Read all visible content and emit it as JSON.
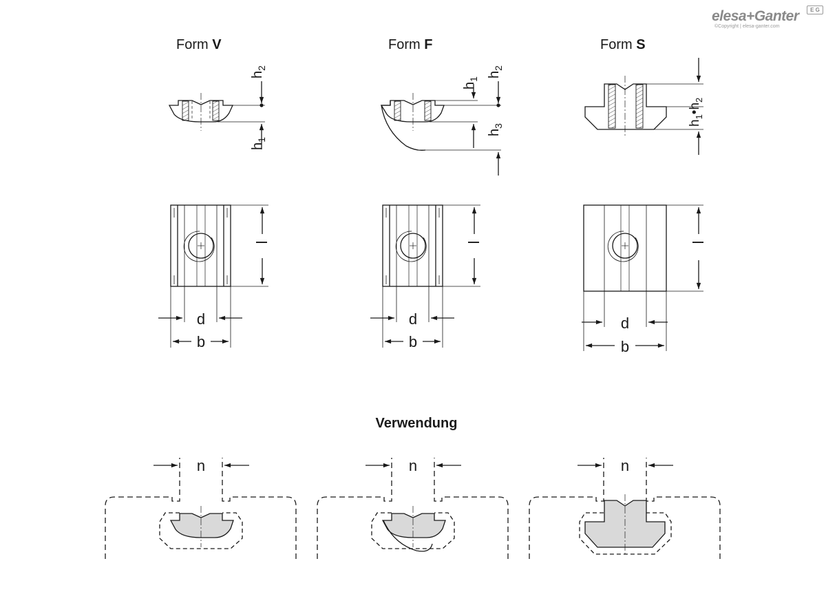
{
  "logo": {
    "brand": "elesa+Ganter",
    "copyright": "©Copyright | elesa-ganter.com",
    "badge": "E G"
  },
  "forms": [
    {
      "prefix": "Form ",
      "letter": "V"
    },
    {
      "prefix": "Form ",
      "letter": "F"
    },
    {
      "prefix": "Form ",
      "letter": "S"
    }
  ],
  "dims": {
    "h1": "h",
    "h1_sub": "1",
    "h2": "h",
    "h2_sub": "2",
    "h3": "h",
    "h3_sub": "3",
    "l": "l",
    "d": "d",
    "b": "b",
    "n": "n",
    "h1h2_sep": "•"
  },
  "usage_title": "Verwendung",
  "colors": {
    "line": "#1a1a1a",
    "fill_gray": "#d9d9d9"
  }
}
